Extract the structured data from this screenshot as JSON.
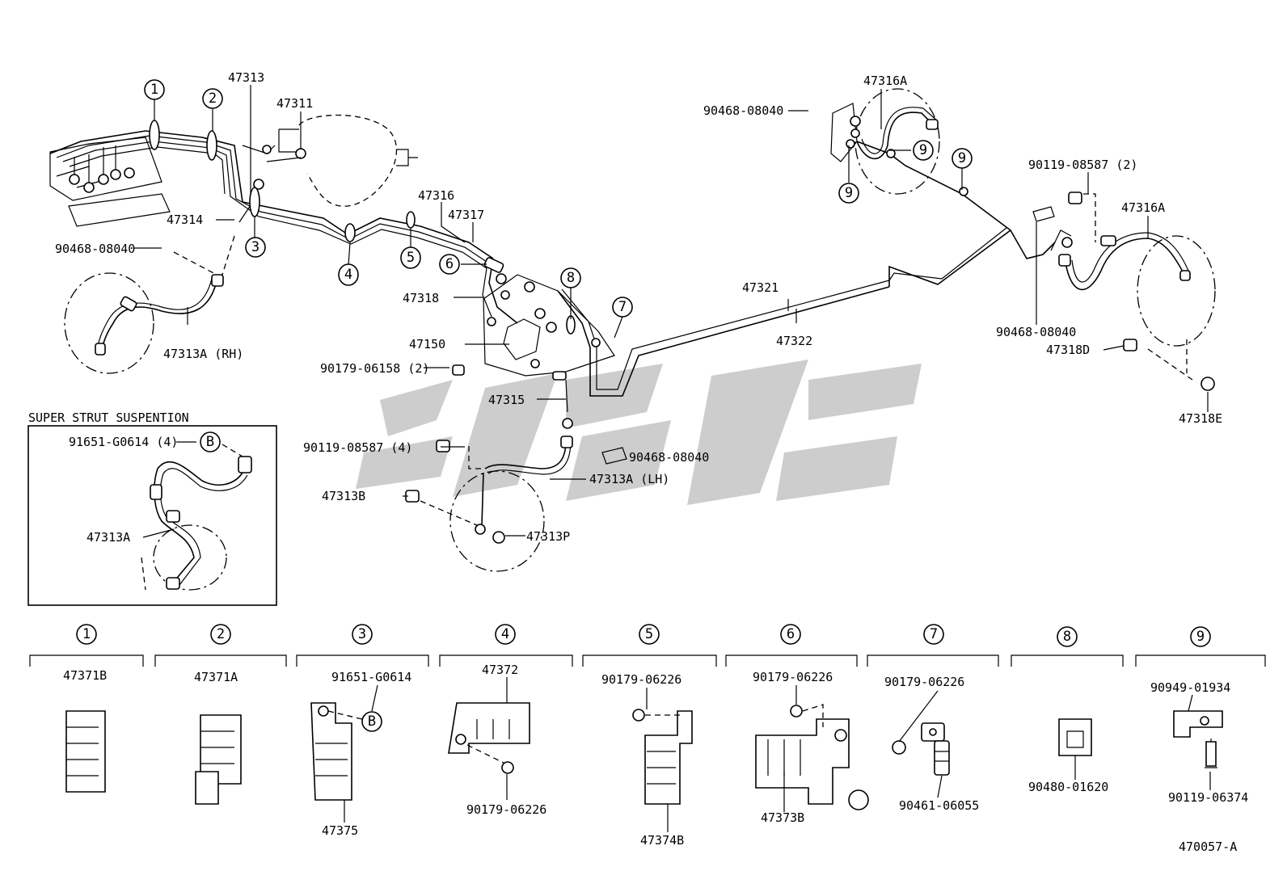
{
  "diagram_id": "470057-A",
  "section_title": "SUPER STRUT SUSPENTION",
  "watermark": {
    "text": "SPG",
    "color": "#c8c8c8"
  },
  "labels": {
    "p47313": "47313",
    "p47311": "47311",
    "p47314": "47314",
    "p90468_a": "90468-08040",
    "p47313A_rh": "47313A (RH)",
    "p47316": "47316",
    "p47317": "47317",
    "p47318": "47318",
    "p47150": "47150",
    "p90179_06158": "90179-06158 (2)",
    "p47315": "47315",
    "p90119_4": "90119-08587 (4)",
    "p90468_b": "90468-08040",
    "p47313A_lh": "47313A (LH)",
    "p47313B": "47313B",
    "p47313P": "47313P",
    "p47321": "47321",
    "p47322": "47322",
    "p47316A_top": "47316A",
    "p90468_c": "90468-08040",
    "p90119_2": "90119-08587 (2)",
    "p47316A_r": "47316A",
    "p90468_d": "90468-08040",
    "p47318D": "47318D",
    "p47318E": "47318E",
    "p91651_4": "91651-G0614 (4)",
    "p47313A_inset": "47313A"
  },
  "callouts": {
    "c1": "1",
    "c2": "2",
    "c3": "3",
    "c4": "4",
    "c5": "5",
    "c6": "6",
    "c7": "7",
    "c8": "8",
    "c9": "9",
    "cB": "B"
  },
  "parts_table": [
    {
      "num": "1",
      "top_label": "47371B",
      "bottom_label": ""
    },
    {
      "num": "2",
      "top_label": "47371A",
      "bottom_label": ""
    },
    {
      "num": "3",
      "top_label": "91651-G0614",
      "bottom_label": "47375",
      "callout": "B"
    },
    {
      "num": "4",
      "top_label": "47372",
      "bottom_label": "90179-06226"
    },
    {
      "num": "5",
      "top_label": "90179-06226",
      "bottom_label": "47374B"
    },
    {
      "num": "6",
      "top_label": "90179-06226",
      "bottom_label": "47373B"
    },
    {
      "num": "7",
      "top_label": "90179-06226",
      "bottom_label": "90461-06055"
    },
    {
      "num": "8",
      "top_label": "",
      "bottom_label": "90480-01620"
    },
    {
      "num": "9",
      "top_label": "90949-01934",
      "bottom_label": "90119-06374"
    }
  ]
}
